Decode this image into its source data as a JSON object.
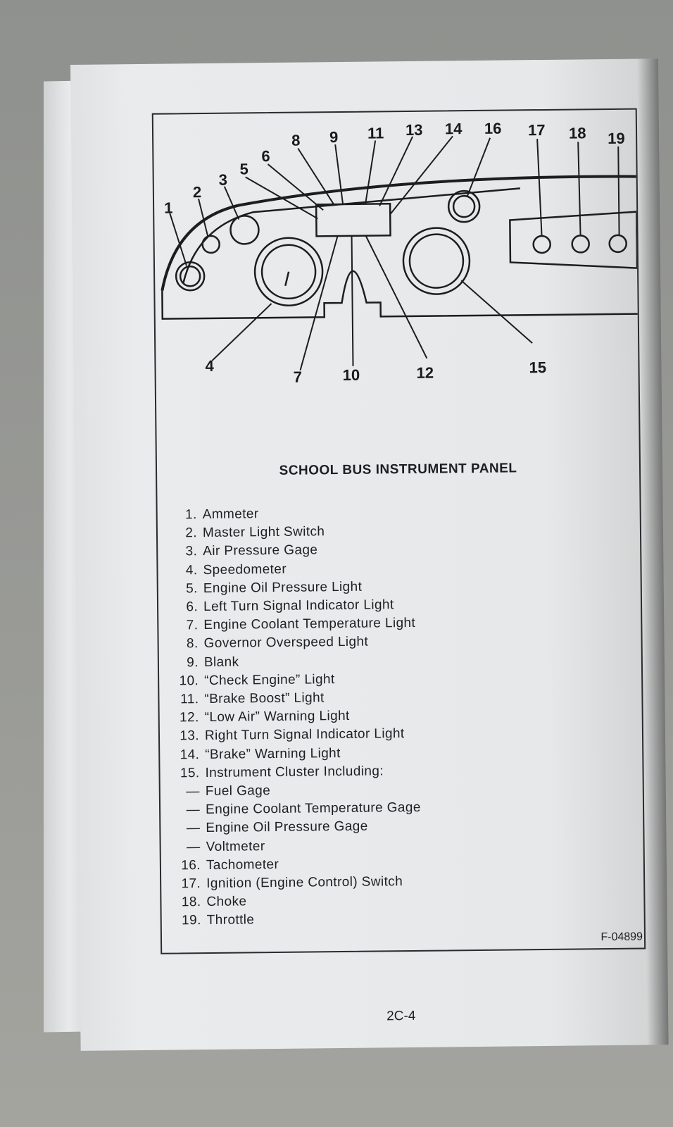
{
  "diagram": {
    "callouts": [
      "1",
      "2",
      "3",
      "4",
      "5",
      "6",
      "7",
      "8",
      "9",
      "10",
      "11",
      "12",
      "13",
      "14",
      "15",
      "16",
      "17",
      "18",
      "19"
    ]
  },
  "title": "SCHOOL BUS INSTRUMENT PANEL",
  "items": [
    {
      "n": "1.",
      "t": "Ammeter"
    },
    {
      "n": "2.",
      "t": "Master Light Switch"
    },
    {
      "n": "3.",
      "t": "Air Pressure Gage"
    },
    {
      "n": "4.",
      "t": "Speedometer"
    },
    {
      "n": "5.",
      "t": "Engine Oil Pressure Light"
    },
    {
      "n": "6.",
      "t": "Left Turn Signal Indicator Light"
    },
    {
      "n": "7.",
      "t": "Engine Coolant Temperature Light"
    },
    {
      "n": "8.",
      "t": "Governor Overspeed Light"
    },
    {
      "n": "9.",
      "t": "Blank"
    },
    {
      "n": "10.",
      "t": "“Check Engine” Light"
    },
    {
      "n": "11.",
      "t": "“Brake Boost” Light"
    },
    {
      "n": "12.",
      "t": "“Low Air” Warning Light"
    },
    {
      "n": "13.",
      "t": "Right Turn Signal Indicator Light"
    },
    {
      "n": "14.",
      "t": "“Brake” Warning Light"
    },
    {
      "n": "15.",
      "t": "Instrument Cluster Including:"
    },
    {
      "n": "—",
      "t": "Fuel Gage"
    },
    {
      "n": "—",
      "t": "Engine Coolant Temperature Gage"
    },
    {
      "n": "—",
      "t": "Engine Oil Pressure Gage"
    },
    {
      "n": "—",
      "t": "Voltmeter"
    },
    {
      "n": "16.",
      "t": "Tachometer"
    },
    {
      "n": "17.",
      "t": "Ignition (Engine Control) Switch"
    },
    {
      "n": "18.",
      "t": "Choke"
    },
    {
      "n": "19.",
      "t": "Throttle"
    }
  ],
  "figure_code": "F-04899",
  "page_number": "2C-4"
}
